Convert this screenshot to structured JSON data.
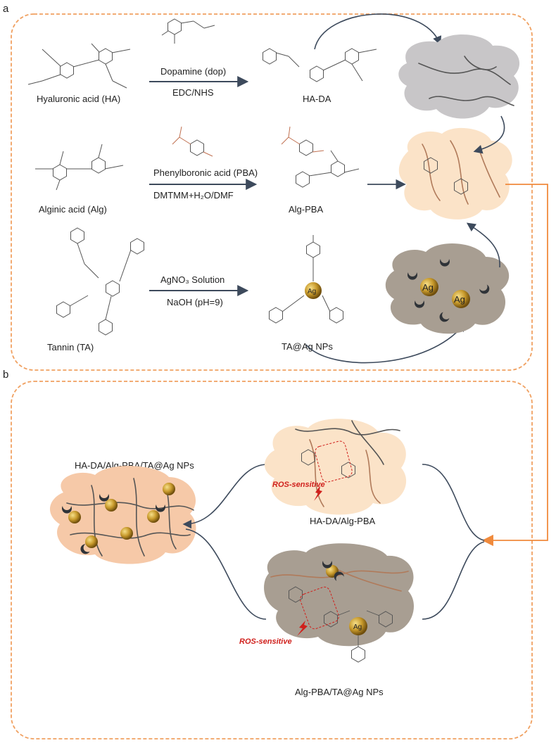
{
  "panels": {
    "a": {
      "label": "a"
    },
    "b": {
      "label": "b"
    }
  },
  "reactions": {
    "ha": {
      "reactant": "Hyaluronic acid (HA)",
      "reagent": "Dopamine (dop)",
      "condition": "EDC/NHS",
      "product": "HA-DA"
    },
    "alg": {
      "reactant": "Alginic acid (Alg)",
      "reagent": "Phenylboronic acid (PBA)",
      "condition": "DMTMM+H₂O/DMF",
      "product": "Alg-PBA"
    },
    "ta": {
      "reactant": "Tannin (TA)",
      "reagent": "AgNO₃ Solution",
      "condition": "NaOH (pH=9)",
      "product": "TA@Ag NPs"
    }
  },
  "ag_label": "Ag",
  "panel_b": {
    "final": "HA-DA/Alg-PBA/TA@Ag NPs",
    "hydrogel_1": "HA-DA/Alg-PBA",
    "hydrogel_2": "Alg-PBA/TA@Ag NPs",
    "ros": "ROS-sensitive"
  },
  "colors": {
    "panel_border": "#f0a060",
    "arrow_dark": "#3d4a5c",
    "arrow_orange": "#f08a3c",
    "cloud_gray": "#c8c6c8",
    "cloud_cream": "#fbe3c8",
    "cloud_brown": "#a89e92",
    "cloud_peach": "#f6c9a8",
    "ros_red": "#d0201c",
    "silver": "#c0962a"
  }
}
